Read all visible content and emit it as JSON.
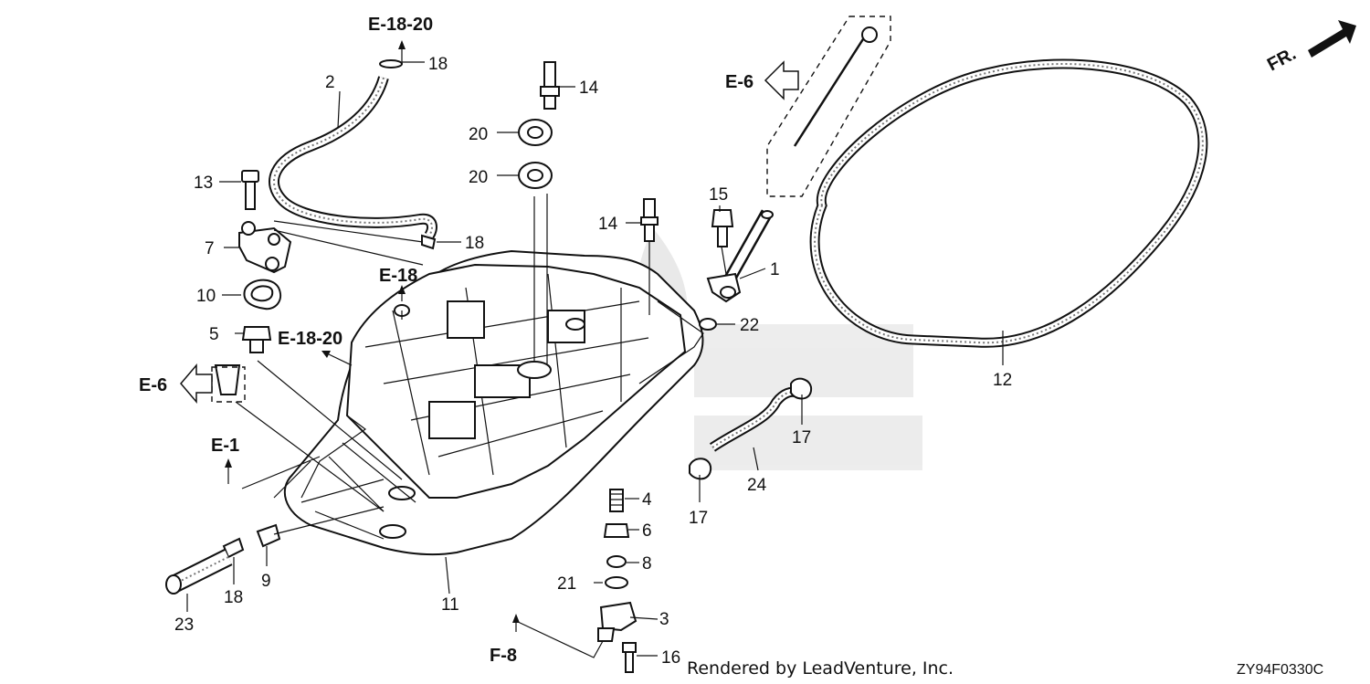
{
  "callouts": {
    "p1": "1",
    "p2": "2",
    "p3": "3",
    "p4": "4",
    "p5": "5",
    "p6": "6",
    "p7": "7",
    "p8": "8",
    "p9": "9",
    "p10": "10",
    "p11": "11",
    "p12": "12",
    "p13": "13",
    "p14a": "14",
    "p14b": "14",
    "p15": "15",
    "p16": "16",
    "p17a": "17",
    "p17b": "17",
    "p18a": "18",
    "p18b": "18",
    "p18c": "18",
    "p20a": "20",
    "p20b": "20",
    "p21": "21",
    "p22": "22",
    "p23": "23",
    "p24": "24"
  },
  "references": {
    "e18_20_top": "E-18-20",
    "e18_20_mid": "E-18-20",
    "e18": "E-18",
    "e6_left": "E-6",
    "e6_top": "E-6",
    "e1": "E-1",
    "f8": "F-8",
    "front": "FR."
  },
  "footer": {
    "credit": "Rendered by LeadVenture, Inc.",
    "diagram_code": "ZY94F0330C"
  }
}
